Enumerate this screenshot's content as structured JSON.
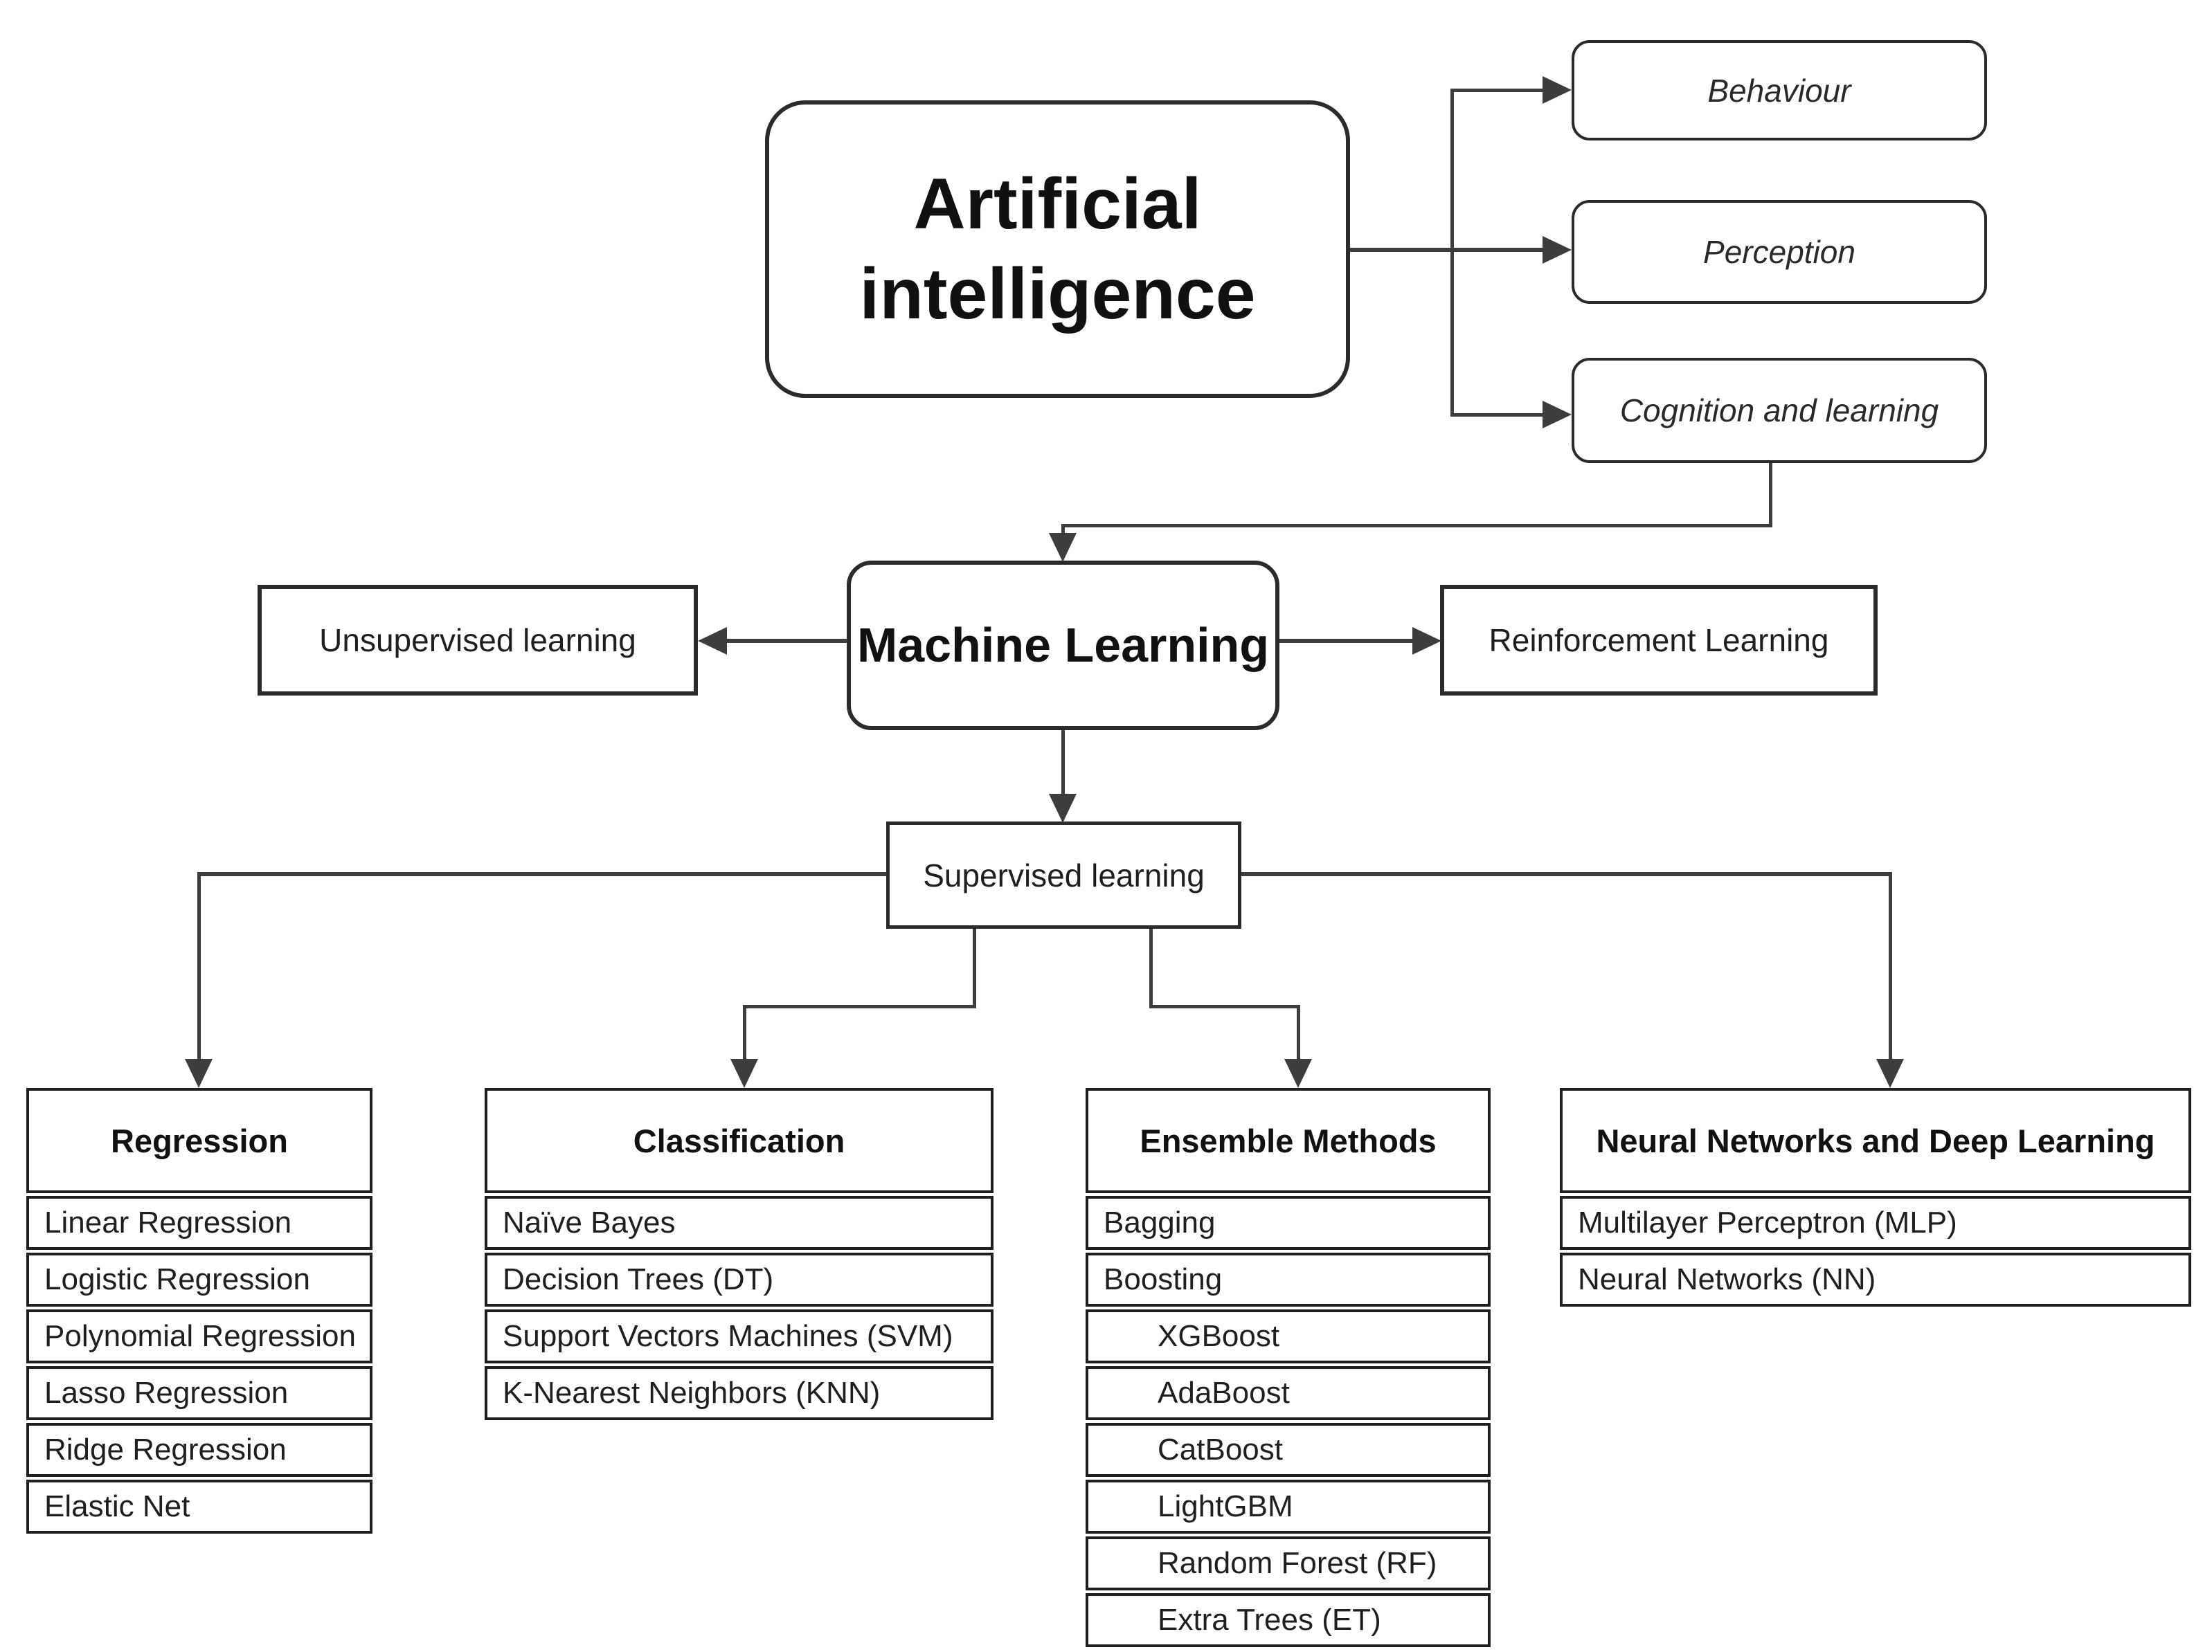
{
  "colors": {
    "background": "#ffffff",
    "line": "#3d3d3d",
    "border": "#1f1f1f",
    "text": "#1a1a1a"
  },
  "diagram": {
    "root": {
      "label": "Artificial intelligence"
    },
    "aspects": [
      {
        "label": "Behaviour"
      },
      {
        "label": "Perception"
      },
      {
        "label": "Cognition and learning"
      }
    ],
    "ml": {
      "label": "Machine Learning"
    },
    "unsupervised": {
      "label": "Unsupervised learning"
    },
    "reinforcement": {
      "label": "Reinforcement Learning"
    },
    "supervised": {
      "label": "Supervised learning"
    },
    "tables": [
      {
        "title": "Regression",
        "rows": [
          {
            "label": "Linear Regression"
          },
          {
            "label": "Logistic Regression"
          },
          {
            "label": "Polynomial Regression"
          },
          {
            "label": "Lasso Regression"
          },
          {
            "label": "Ridge Regression"
          },
          {
            "label": "Elastic Net"
          }
        ]
      },
      {
        "title": "Classification",
        "rows": [
          {
            "label": "Naïve Bayes"
          },
          {
            "label": "Decision Trees (DT)"
          },
          {
            "label": "Support Vectors Machines (SVM)"
          },
          {
            "label": "K-Nearest Neighbors (KNN)"
          }
        ]
      },
      {
        "title": "Ensemble Methods",
        "rows": [
          {
            "label": "Bagging"
          },
          {
            "label": "Boosting"
          },
          {
            "label": "XGBoost"
          },
          {
            "label": "AdaBoost"
          },
          {
            "label": "CatBoost"
          },
          {
            "label": "LightGBM"
          },
          {
            "label": "Random Forest (RF)"
          },
          {
            "label": "Extra Trees (ET)"
          }
        ]
      },
      {
        "title": "Neural Networks and Deep Learning",
        "rows": [
          {
            "label": "Multilayer Perceptron (MLP)"
          },
          {
            "label": "Neural Networks (NN)"
          }
        ]
      }
    ]
  }
}
